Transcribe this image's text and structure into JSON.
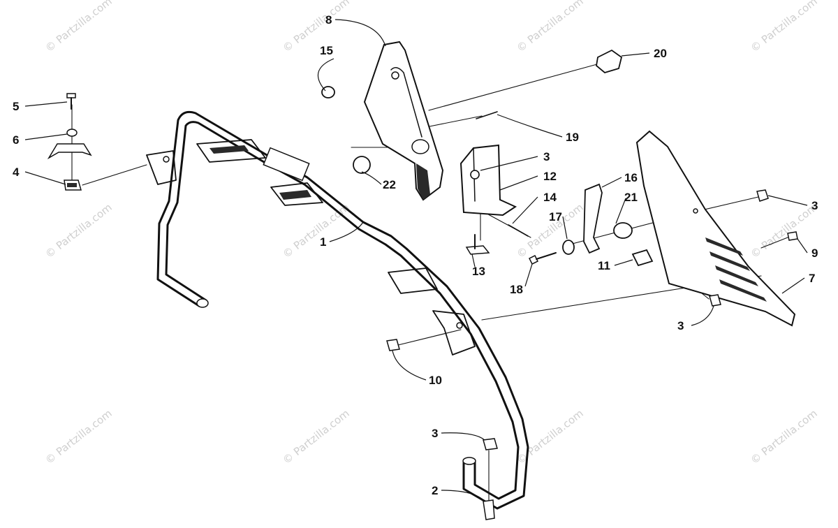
{
  "diagram": {
    "watermark_text": "© Partzilla.com",
    "callouts": [
      {
        "id": "c1",
        "label": "1"
      },
      {
        "id": "c2",
        "label": "2"
      },
      {
        "id": "c3a",
        "label": "3"
      },
      {
        "id": "c3b",
        "label": "3"
      },
      {
        "id": "c3c",
        "label": "3"
      },
      {
        "id": "c3d",
        "label": "3"
      },
      {
        "id": "c4",
        "label": "4"
      },
      {
        "id": "c5",
        "label": "5"
      },
      {
        "id": "c6",
        "label": "6"
      },
      {
        "id": "c7",
        "label": "7"
      },
      {
        "id": "c8",
        "label": "8"
      },
      {
        "id": "c9",
        "label": "9"
      },
      {
        "id": "c10",
        "label": "10"
      },
      {
        "id": "c11",
        "label": "11"
      },
      {
        "id": "c12",
        "label": "12"
      },
      {
        "id": "c13",
        "label": "13"
      },
      {
        "id": "c14",
        "label": "14"
      },
      {
        "id": "c15",
        "label": "15"
      },
      {
        "id": "c16",
        "label": "16"
      },
      {
        "id": "c17",
        "label": "17"
      },
      {
        "id": "c18",
        "label": "18"
      },
      {
        "id": "c19",
        "label": "19"
      },
      {
        "id": "c20",
        "label": "20"
      },
      {
        "id": "c21",
        "label": "21"
      },
      {
        "id": "c22",
        "label": "22"
      }
    ]
  }
}
